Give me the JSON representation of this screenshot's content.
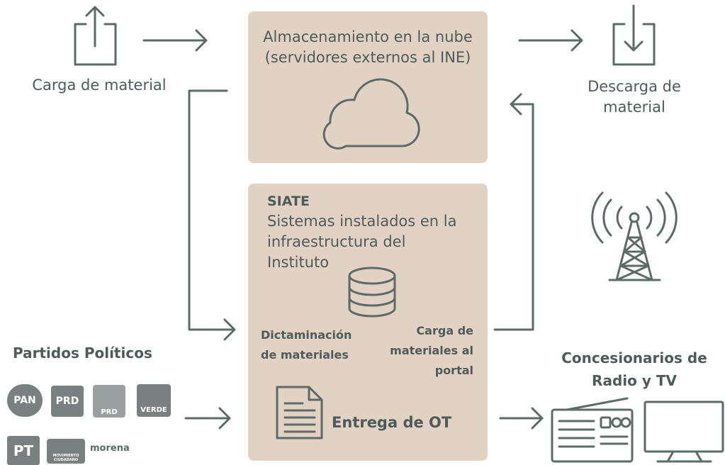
{
  "cloud_box": {
    "title_line1": "Almacenamiento en la nube",
    "title_line2": "(servidores externos al INE)"
  },
  "upload": {
    "label": "Carga de material"
  },
  "download": {
    "label_line1": "Descarga de",
    "label_line2": "material"
  },
  "siate_box": {
    "title": "SIATE",
    "desc_line1": "Sistemas instalados en la",
    "desc_line2": "infraestructura del",
    "desc_line3": "Instituto",
    "dictamination_line1": "Dictaminación",
    "dictamination_line2": "de materiales",
    "portal_line1": "Carga de",
    "portal_line2": "materiales al",
    "portal_line3": "portal",
    "delivery": "Entrega de OT"
  },
  "parties": {
    "title": "Partidos Políticos",
    "logos": [
      "PAN",
      "PRD",
      "PRD",
      "VERDE",
      "PT",
      "MOVIMIENTO CIUDADANO",
      "morena"
    ]
  },
  "broadcasters": {
    "title_line1": "Concesionarios de",
    "title_line2": "Radio y TV"
  },
  "colors": {
    "box_fill": "#e2d2c4",
    "stroke": "#5c6a68",
    "text": "#4e5b5a",
    "logo_gray": "#7a807f"
  }
}
